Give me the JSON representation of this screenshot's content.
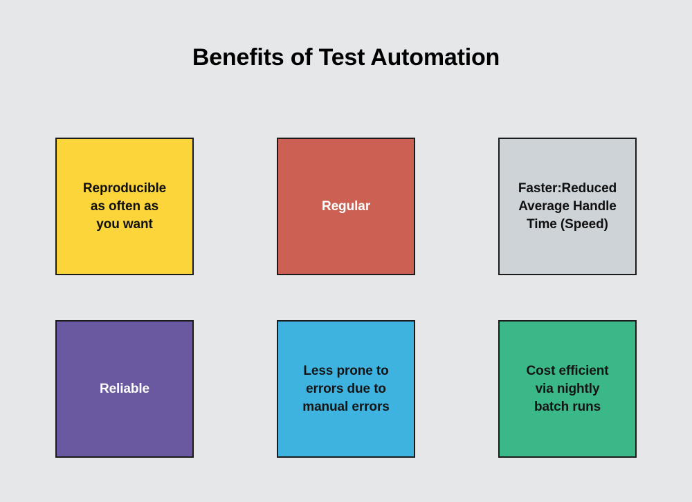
{
  "page": {
    "background_color": "#e6e7e9",
    "title": "Benefits of Test Automation",
    "title_color": "#000000"
  },
  "cards": [
    {
      "id": "reproducible",
      "label": "Reproducible\nas often as\nyou want",
      "fill": "#fcd53b",
      "text_color": "#101010",
      "border_color": "#1b1b1b"
    },
    {
      "id": "regular",
      "label": "Regular",
      "fill": "#cb6053",
      "text_color": "#ffffff",
      "border_color": "#1b1b1b"
    },
    {
      "id": "faster",
      "label": "Faster:Reduced\nAverage Handle\nTime (Speed)",
      "fill": "#ced3d8",
      "text_color": "#101010",
      "border_color": "#1b1b1b"
    },
    {
      "id": "reliable",
      "label": "Reliable",
      "fill": "#6a59a0",
      "text_color": "#ffffff",
      "border_color": "#1b1b1b"
    },
    {
      "id": "less-prone-to-errors",
      "label": "Less prone to\nerrors due to\nmanual errors",
      "fill": "#3fb3e0",
      "text_color": "#141414",
      "border_color": "#1b1b1b"
    },
    {
      "id": "cost-efficient",
      "label": "Cost efficient\nvia nightly\nbatch runs",
      "fill": "#3bb888",
      "text_color": "#141414",
      "border_color": "#1b1b1b"
    }
  ]
}
